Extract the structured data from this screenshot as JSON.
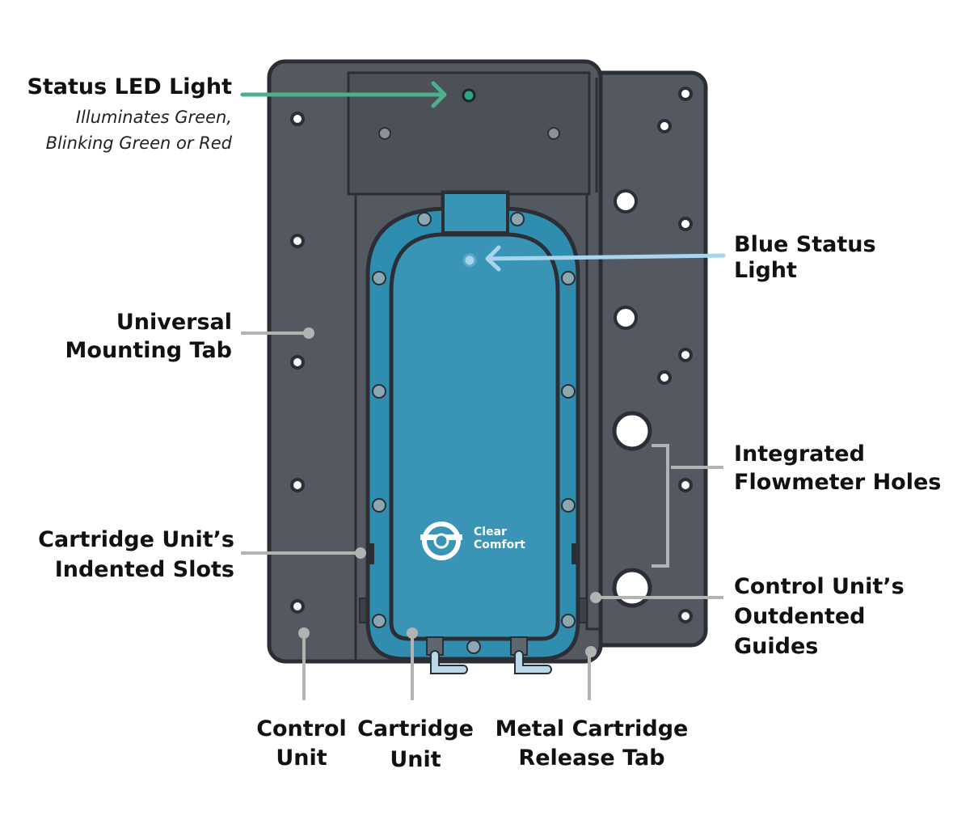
{
  "labels": {
    "status_led_title": "Status LED Light",
    "status_led_sub1": "Illuminates Green,",
    "status_led_sub2": "Blinking Green or Red",
    "blue_status_1": "Blue Status",
    "blue_status_2": "Light",
    "mounting_tab_1": "Universal",
    "mounting_tab_2": "Mounting Tab",
    "flowmeter_1": "Integrated",
    "flowmeter_2": "Flowmeter Holes",
    "indented_slots_1": "Cartridge Unit’s",
    "indented_slots_2": "Indented Slots",
    "outdented_1": "Control Unit’s",
    "outdented_2": "Outdented",
    "outdented_3": "Guides",
    "control_unit_1": "Control",
    "control_unit_2": "Unit",
    "cartridge_unit_1": "Cartridge",
    "cartridge_unit_2": "Unit",
    "release_tab_1": "Metal Cartridge",
    "release_tab_2": "Release Tab"
  },
  "logo": {
    "line1": "Clear",
    "line2": "Comfort"
  },
  "colors": {
    "control_body": "#535861",
    "outline": "#2b2f35",
    "cartridge_outer": "#2f8db0",
    "cartridge_inner": "#3a94b6",
    "status_arrow": "#4daf8b",
    "blue_arrow": "#a9d4ee",
    "leader": "#b3b3b3",
    "led": "#2aa883"
  }
}
